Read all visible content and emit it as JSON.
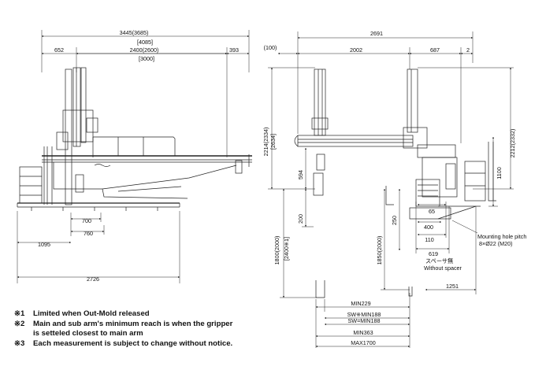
{
  "left_view": {
    "dims": {
      "total": "3445(3685)",
      "total_alt1": "[4085]",
      "span": "2400(2600)",
      "span_alt": "[3000]",
      "left_offset": "652",
      "right_offset": "393",
      "d700": "700",
      "d760": "760",
      "d1095": "1095",
      "d2726": "2726"
    }
  },
  "right_view": {
    "dims": {
      "d100": "(100)",
      "top_total": "2691",
      "d2002": "2002",
      "d687": "687",
      "d2": "2",
      "height_left": "2214(2334)",
      "height_left_alt": "[2634]",
      "height_right": "2212(2332)",
      "d594": "594",
      "d1100": "1100",
      "d200": "200",
      "d250": "250",
      "d65": "65",
      "d400": "400",
      "d110": "110",
      "d619": "619",
      "stroke": "1800(2000)",
      "stroke_alt": "[2400※1]",
      "d1850": "1850(2000)",
      "d1251": "1251",
      "min229": "MIN229",
      "sw1": "SW※MIN188",
      "sw2": "SW=MIN188",
      "min363": "MIN363",
      "max1700": "MAX1700"
    },
    "labels": {
      "mounting_title": "Mounting hole pitch",
      "mounting_value": "8×Ø22 (M20)",
      "spacer_jp": "スペーサ無",
      "spacer_en": "Without spacer"
    }
  },
  "notes": [
    {
      "mark": "※1",
      "text": "Limited when Out-Mold released"
    },
    {
      "mark": "※2",
      "text": "Main and sub arm's minimum reach is when the gripper"
    },
    {
      "mark": "",
      "text": "is setteled closest to main arm"
    },
    {
      "mark": "※3",
      "text": "Each measurement is subject to change without notice."
    }
  ]
}
